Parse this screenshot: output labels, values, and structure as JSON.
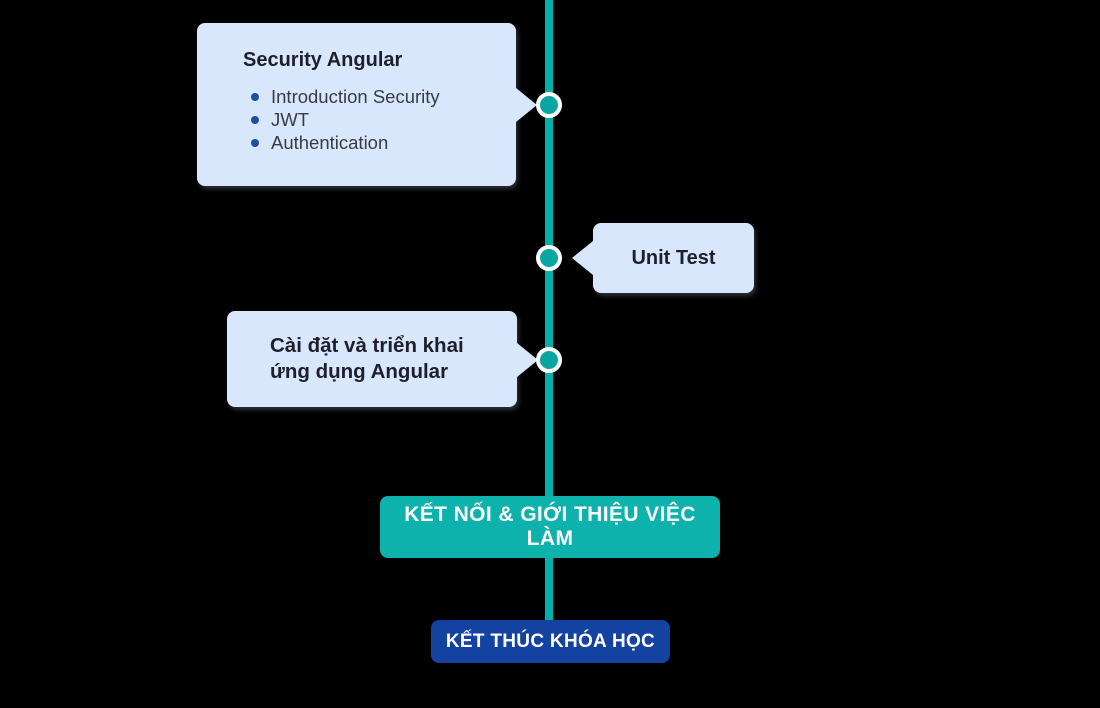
{
  "diagram": {
    "type": "vertical-timeline",
    "milestones": [
      {
        "title": "Security Angular",
        "items": [
          "Introduction Security",
          "JWT",
          "Authentication"
        ],
        "side": "left"
      },
      {
        "title": "Unit Test",
        "items": [],
        "side": "right"
      },
      {
        "title": "Cài đặt và triển khai ứng dụng Angular",
        "items": [],
        "side": "left"
      }
    ],
    "banners": [
      {
        "label": "KẾT NỐI & GIỚI THIỆU VIỆC LÀM",
        "color": "#0CB2AB"
      },
      {
        "label": "KẾT THÚC KHÓA HỌC",
        "color": "#1442A0"
      }
    ],
    "colors": {
      "background": "#000000",
      "timeline_line": "#00B1AA",
      "node_fill": "#0AA7A2",
      "node_ring": "#FFFFFF",
      "callout_background": "#D9E7FC",
      "bullet_dot": "#1C4FA3",
      "title_text": "#1F1F2B",
      "body_text": "#3A3A46",
      "banner_text": "#FFFFFF"
    }
  }
}
